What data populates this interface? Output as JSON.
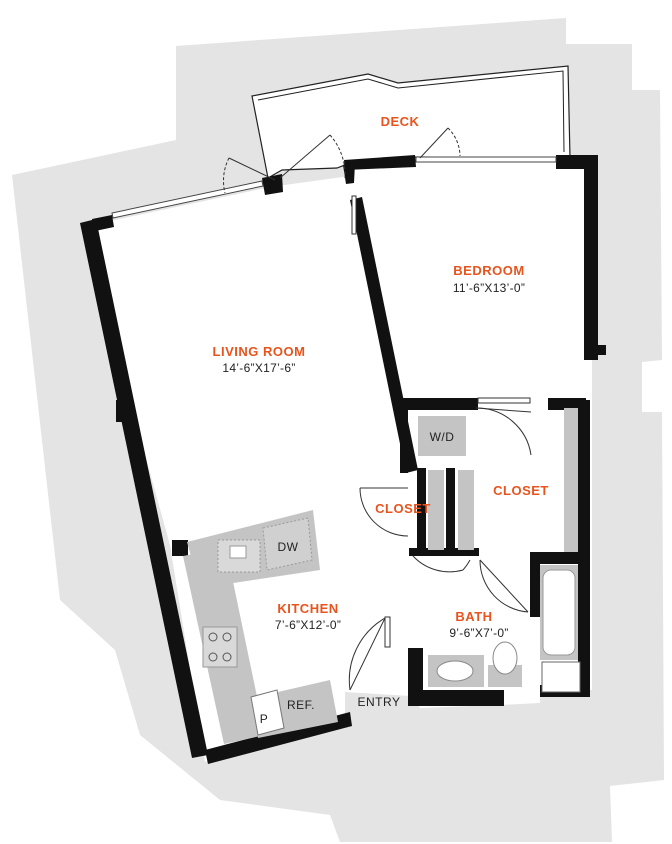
{
  "colors": {
    "accent": "#e8541e",
    "wall": "#111111",
    "site": "#e4e4e4",
    "fixture": "#bdbdbd",
    "text": "#222222"
  },
  "rooms": {
    "deck": {
      "name": "DECK"
    },
    "bedroom": {
      "name": "BEDROOM",
      "dims": "11’-6”X13’-0”"
    },
    "living": {
      "name": "LIVING ROOM",
      "dims": "14’-6”X17’-6”"
    },
    "closet_left": {
      "name": "CLOSET"
    },
    "closet_right": {
      "name": "CLOSET"
    },
    "kitchen": {
      "name": "KITCHEN",
      "dims": "7’-6”X12’-0”"
    },
    "bath": {
      "name": "BATH",
      "dims": "9’-6”X7’-0”"
    }
  },
  "labels": {
    "entry": "ENTRY",
    "washer_dryer": "W/D",
    "dishwasher": "DW",
    "refrigerator": "REF.",
    "pantry": "P"
  }
}
